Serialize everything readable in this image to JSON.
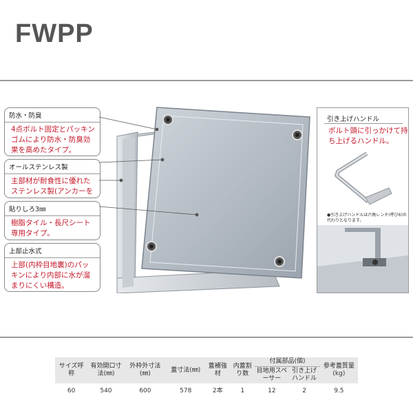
{
  "title": "FWPP",
  "callouts": [
    {
      "id": "waterproof",
      "heading": "防水・防臭",
      "body": "4点ボルト固定とパッキンゴムにより防水・防臭効果を高めたタイプ。"
    },
    {
      "id": "stainless",
      "heading": "オールステンレス製",
      "body": "主部材が耐食性に優れたステンレス製(アンカーを除く)。"
    },
    {
      "id": "tile",
      "heading": "貼りしろ3㎜",
      "body": "樹脂タイル・長尺シート専用タイプ。"
    },
    {
      "id": "stopwater",
      "heading": "上部止水式",
      "body": "上部(内枠目地裏)のパッキンにより内部に水が溜まりにくい構造。"
    }
  ],
  "handle_panel": {
    "heading": "引き上げハンドル",
    "body": "ボルト頭に引っかけて持ち上げるハンドル。",
    "note": "●引き上げハンドルは六角レンチ(呼び6)の代わりとなります。"
  },
  "spec_table": {
    "headers": {
      "size": "サイズ呼称",
      "opening": "有効開口寸法(㎜)",
      "outer": "外枠外寸法(㎜)",
      "lid": "蓋寸法(㎜)",
      "reinforce": "蓋補強材",
      "division": "内蓋割り数",
      "parts": "付属部品(個)",
      "spacer": "目地用スペーサー",
      "handle": "引き上げハンドル",
      "weight": "参考蓋質量(kg)"
    },
    "rows": [
      {
        "size": "60",
        "opening": "540",
        "outer": "600",
        "lid": "578",
        "reinforce": "2本",
        "division": "1",
        "spacer": "12",
        "handle": "2",
        "weight": "9.5"
      }
    ]
  },
  "colors": {
    "accent_red": "#c41a2b",
    "steel": "#b9c0c8",
    "frame": "#d6dadf"
  }
}
